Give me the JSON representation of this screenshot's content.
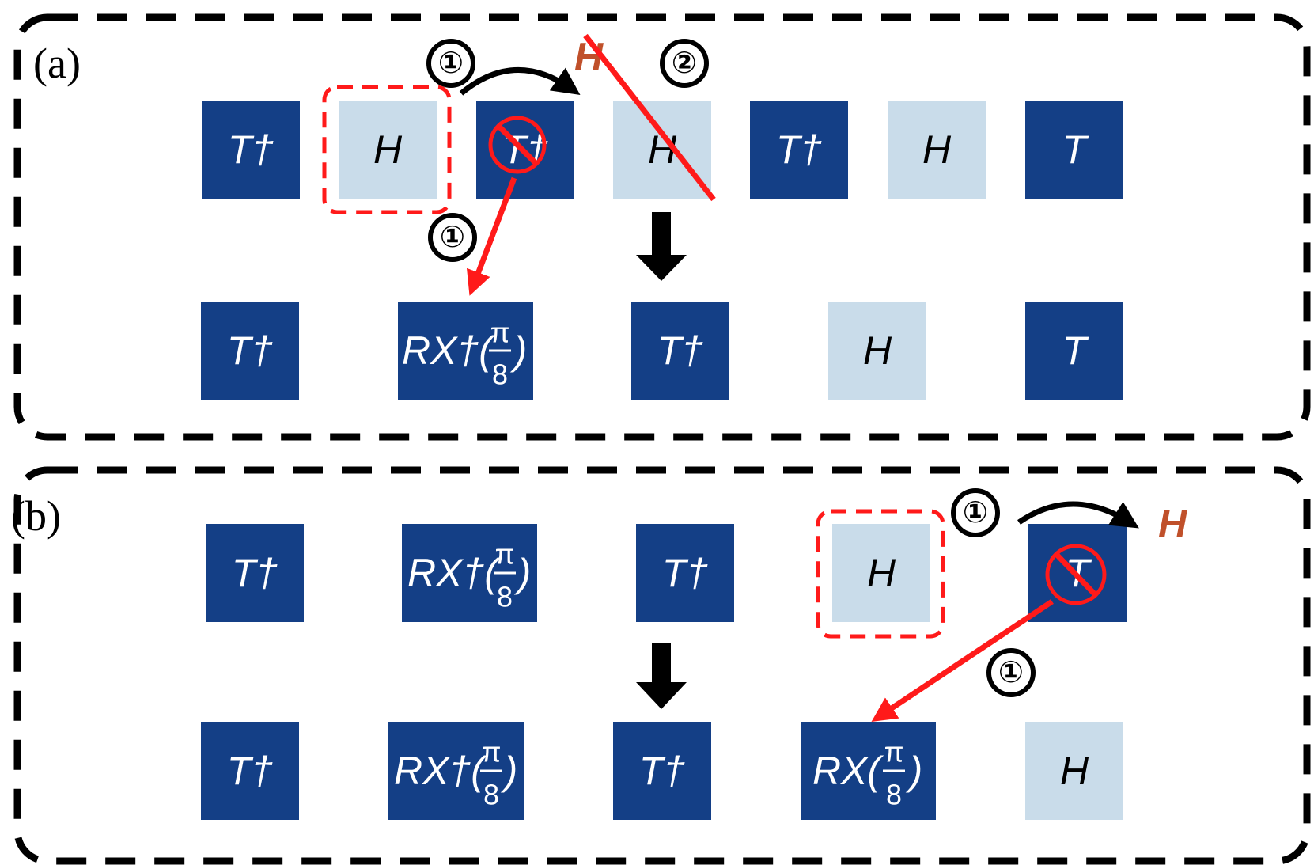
{
  "panels": [
    {
      "label": "(a)",
      "top_row": [
        {
          "text": "T†",
          "kind": "dark"
        },
        {
          "text": "H",
          "kind": "light"
        },
        {
          "text": "T†",
          "kind": "dark"
        },
        {
          "text": "H",
          "kind": "light"
        },
        {
          "text": "T†",
          "kind": "dark"
        },
        {
          "text": "H",
          "kind": "light"
        },
        {
          "text": "T",
          "kind": "dark"
        }
      ],
      "bottom_row": [
        {
          "text": "T†",
          "kind": "dark"
        },
        {
          "text": "RX†(",
          "kind": "dark",
          "frac": {
            "num": "π",
            "den": "8"
          },
          "close": ")"
        },
        {
          "text": "T†",
          "kind": "dark"
        },
        {
          "text": "H",
          "kind": "light"
        },
        {
          "text": "T",
          "kind": "dark"
        }
      ],
      "steps": [
        "①",
        "②",
        "①"
      ],
      "moved_gate": "H"
    },
    {
      "label": "(b)",
      "top_row": [
        {
          "text": "T†",
          "kind": "dark"
        },
        {
          "text": "RX†(",
          "kind": "dark",
          "frac": {
            "num": "π",
            "den": "8"
          },
          "close": ")"
        },
        {
          "text": "T†",
          "kind": "dark"
        },
        {
          "text": "H",
          "kind": "light"
        },
        {
          "text": "T",
          "kind": "dark"
        }
      ],
      "bottom_row": [
        {
          "text": "T†",
          "kind": "dark"
        },
        {
          "text": "RX†(",
          "kind": "dark",
          "frac": {
            "num": "π",
            "den": "8"
          },
          "close": ")"
        },
        {
          "text": "T†",
          "kind": "dark"
        },
        {
          "text": "RX(",
          "kind": "dark",
          "frac": {
            "num": "π",
            "den": "8"
          },
          "close": ")"
        },
        {
          "text": "H",
          "kind": "light"
        }
      ],
      "steps": [
        "①",
        "①"
      ],
      "moved_gate": "H"
    }
  ],
  "colors": {
    "gate_dark": "#143f86",
    "gate_light": "#c9dcea",
    "highlight_red": "#ff1a1a",
    "moved_gate": "#c0502a"
  }
}
